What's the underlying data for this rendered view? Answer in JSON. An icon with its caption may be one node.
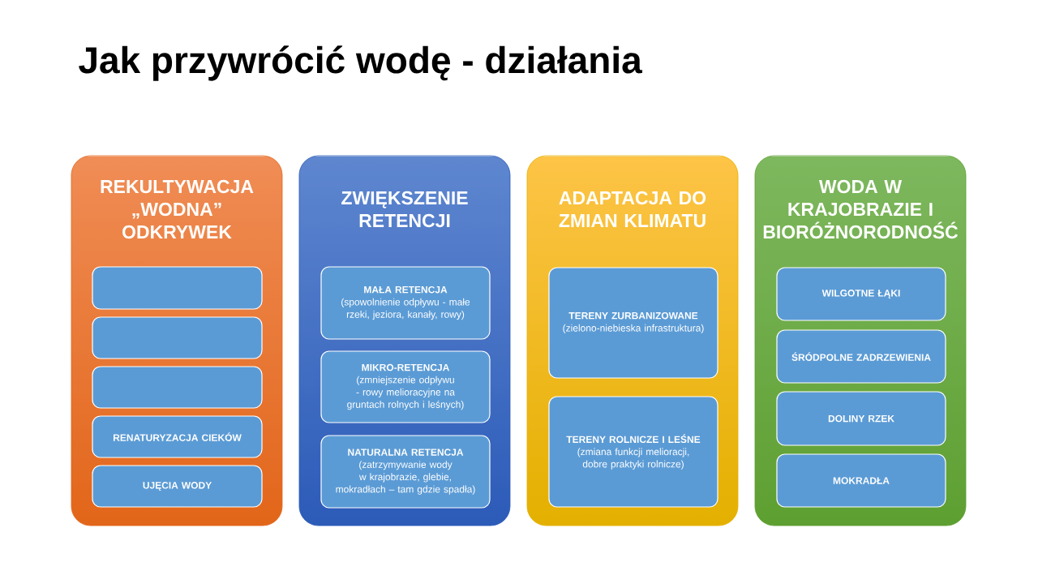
{
  "diagram": {
    "title": "Jak przywrócić wodę - działania",
    "nodes": [
      {
        "text": [
          "REKULTYWACJA „WODNA” ODKRYWEK"
        ]
      },
      {
        "text": [],
        "shape": "box",
        "in": 0
      },
      {
        "text": [],
        "shape": "box",
        "in": 0
      },
      {
        "text": [],
        "shape": "box",
        "in": 0
      },
      {
        "text": [
          "RENATURYZACJA CIEKÓW"
        ],
        "in": 0
      },
      {
        "text": [
          "UJĘCIA WODY"
        ],
        "in": 0
      },
      {
        "text": [
          "ZWIĘKSZENIE RETENCJI"
        ]
      },
      {
        "text": [
          "MAŁA RETENCJA",
          "(spowolnienie odpływu - małe rzeki, jeziora, kanały, rowy)"
        ],
        "in": 6
      },
      {
        "text": [
          "MIKRO-RETENCJA",
          "(zmniejszenie odpływu - rowy melioracyjne na gruntach rolnych i leśnych)"
        ],
        "in": 6
      },
      {
        "text": [
          "NATURALNA RETENCJA",
          "(zatrzymywanie wody w krajobrazie, glebie, mokradłach – tam gdzie spadła)"
        ],
        "in": 6
      },
      {
        "text": [
          "ADAPTACJA DO ZMIAN KLIMATU"
        ]
      },
      {
        "text": [
          "TERENY ZURBANIZOWANE",
          "(zielono-niebieska infrastruktura)"
        ],
        "in": 10
      },
      {
        "text": [
          "TERENY ROLNICZE I LEŚNE",
          "(zmiana funkcji melioracji, dobre praktyki rolnicze)"
        ],
        "in": 10
      },
      {
        "text": [
          "WODA W KRAJOBRAZIE I BIORÓŻNORODNOŚĆ"
        ]
      },
      {
        "text": [
          "WILGOTNE ŁĄKI"
        ],
        "in": 13
      },
      {
        "text": [
          "ŚRÓDPOLNE ZADRZEWIENIA"
        ],
        "in": 13
      },
      {
        "text": [
          "DOLINY RZEK"
        ],
        "in": 13
      },
      {
        "text": [
          "MOKRADŁA"
        ],
        "in": 13
      }
    ]
  }
}
